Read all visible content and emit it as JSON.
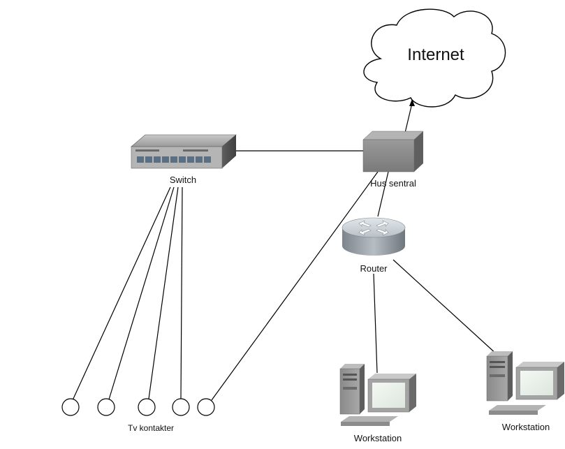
{
  "nodes": {
    "internet": {
      "label": "Internet"
    },
    "switch": {
      "label": "Switch"
    },
    "hus_sentral": {
      "label": "Hus sentral"
    },
    "router": {
      "label": "Router"
    },
    "workstation_1": {
      "label": "Workstation"
    },
    "workstation_2": {
      "label": "Workstation"
    },
    "tv_outlets": {
      "label": "Tv kontakter",
      "count": 5
    }
  },
  "colors": {
    "device_gray": "#8c8c8c",
    "screen": "#e9f0e9",
    "router_top": "#cfd5da",
    "line": "#000000"
  }
}
